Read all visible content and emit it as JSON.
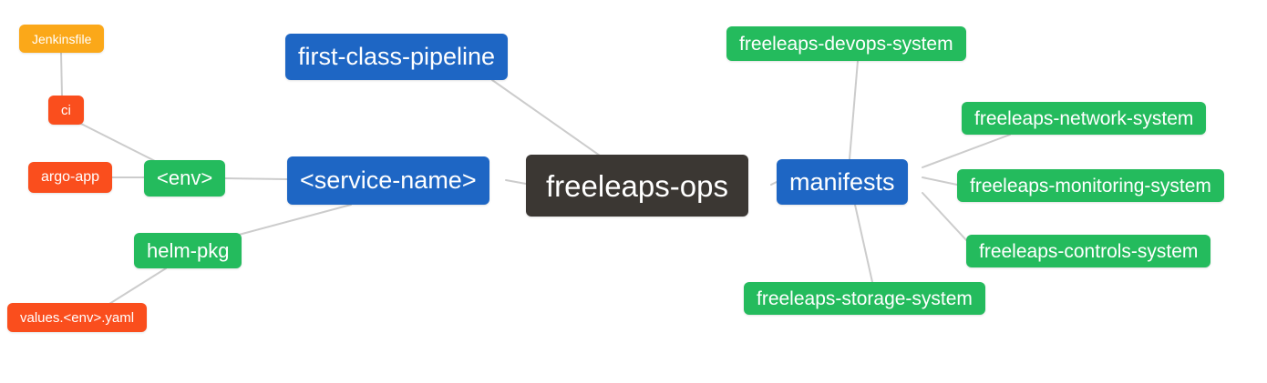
{
  "diagram": {
    "type": "mindmap",
    "root": "freeleaps-ops"
  },
  "colors": {
    "branch_blue": "#1e66c4",
    "leaf_green": "#24bb5d",
    "leaf_red": "#fa4e1d",
    "leaf_orange": "#fba819",
    "root_dark": "#3b3733",
    "edge_gray": "#cccccc",
    "text": "#ffffff",
    "background": "#ffffff"
  },
  "nodes": {
    "freeleaps_ops": {
      "label": "freeleaps-ops"
    },
    "first_class_pipeline": {
      "label": "first-class-pipeline"
    },
    "service_name": {
      "label": "<service-name>"
    },
    "env": {
      "label": "<env>"
    },
    "ci": {
      "label": "ci"
    },
    "jenkinsfile": {
      "label": "Jenkinsfile"
    },
    "argo_app": {
      "label": "argo-app"
    },
    "helm_pkg": {
      "label": "helm-pkg"
    },
    "values_env_yaml": {
      "label": "values.<env>.yaml"
    },
    "manifests": {
      "label": "manifests"
    },
    "devops_system": {
      "label": "freeleaps-devops-system"
    },
    "network_system": {
      "label": "freeleaps-network-system"
    },
    "monitoring_system": {
      "label": "freeleaps-monitoring-system"
    },
    "controls_system": {
      "label": "freeleaps-controls-system"
    },
    "storage_system": {
      "label": "freeleaps-storage-system"
    }
  },
  "edges": [
    {
      "from": "freeleaps_ops",
      "to": "first_class_pipeline"
    },
    {
      "from": "freeleaps_ops",
      "to": "service_name"
    },
    {
      "from": "freeleaps_ops",
      "to": "manifests"
    },
    {
      "from": "service_name",
      "to": "env"
    },
    {
      "from": "service_name",
      "to": "helm_pkg"
    },
    {
      "from": "env",
      "to": "ci"
    },
    {
      "from": "env",
      "to": "argo_app"
    },
    {
      "from": "ci",
      "to": "jenkinsfile"
    },
    {
      "from": "helm_pkg",
      "to": "values_env_yaml"
    },
    {
      "from": "manifests",
      "to": "devops_system"
    },
    {
      "from": "manifests",
      "to": "network_system"
    },
    {
      "from": "manifests",
      "to": "monitoring_system"
    },
    {
      "from": "manifests",
      "to": "controls_system"
    },
    {
      "from": "manifests",
      "to": "storage_system"
    }
  ]
}
